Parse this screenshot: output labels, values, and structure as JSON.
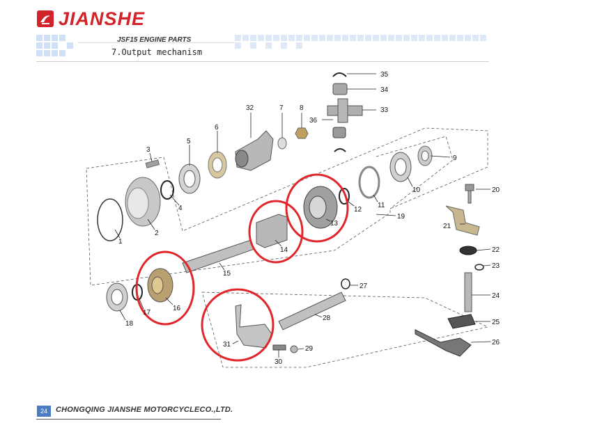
{
  "brand": {
    "name": "JIANSHE",
    "color": "#d2232a"
  },
  "header": {
    "model": "JSF15 ENGINE PARTS",
    "section": "7.Output mechanism"
  },
  "footer": {
    "page": "24",
    "company": "CHONGQING JIANSHE MOTORCYCLECO.,LTD."
  },
  "accent_colors": {
    "highlight_circle": "#e0252b",
    "tiles": "#cfe0f5"
  },
  "highlighted_parts": [
    "13",
    "14",
    "16",
    "31"
  ],
  "labels": {
    "p1": "1",
    "p2": "2",
    "p3": "3",
    "p4": "4",
    "p5": "5",
    "p6": "6",
    "p7": "7",
    "p8": "8",
    "p9": "9",
    "p10": "10",
    "p11": "11",
    "p12": "12",
    "p13": "13",
    "p14": "14",
    "p15": "15",
    "p16": "16",
    "p17": "17",
    "p18": "18",
    "p19": "19",
    "p20": "20",
    "p21": "21",
    "p22": "22",
    "p23": "23",
    "p24": "24",
    "p25": "25",
    "p26": "26",
    "p27": "27",
    "p28": "28",
    "p29": "29",
    "p30": "30",
    "p31": "31",
    "p32": "32",
    "p33": "33",
    "p34": "34",
    "p35": "35",
    "p36": "36"
  }
}
